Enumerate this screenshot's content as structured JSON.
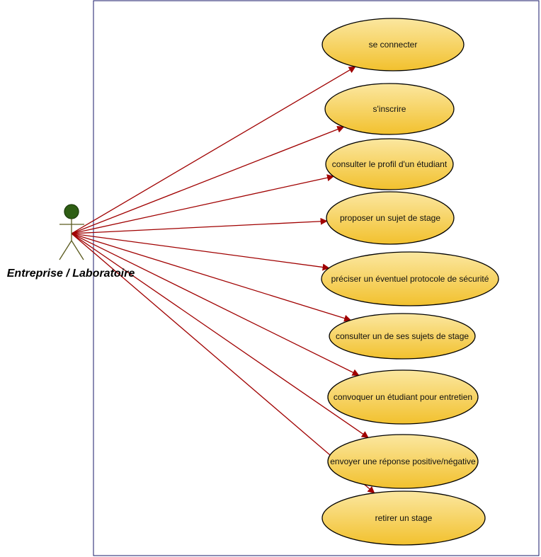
{
  "actor": {
    "name": "Entreprise / Laboratoire",
    "icon": "stick-figure-icon"
  },
  "use_cases": [
    {
      "label": "se connecter"
    },
    {
      "label": "s'inscrire"
    },
    {
      "label": "consulter le profil d'un étudiant"
    },
    {
      "label": "proposer un sujet de stage"
    },
    {
      "label": "préciser un éventuel protocole de sécurité"
    },
    {
      "label": "consulter un de ses sujets de stage"
    },
    {
      "label": "convoquer un étudiant pour entretien"
    },
    {
      "label": "envoyer une réponse positive/négative"
    },
    {
      "label": "retirer un stage"
    }
  ],
  "colors": {
    "ellipse_top": "#fbe7a0",
    "ellipse_bottom": "#f2c12e",
    "ellipse_stroke": "#000000",
    "association": "#a00000",
    "actor_head": "#2e5e14",
    "actor_body": "#5a5a1e",
    "boundary": "#1a1a6a"
  }
}
